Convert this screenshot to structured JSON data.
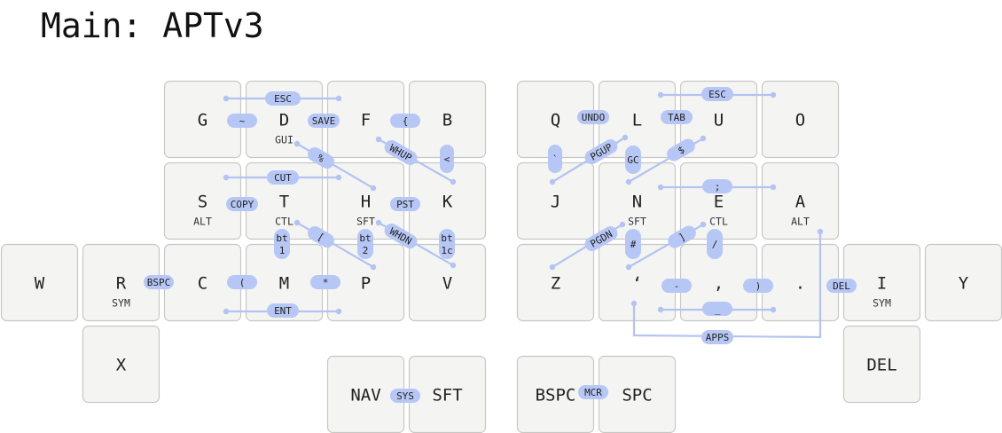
{
  "layer": {
    "title": "Main: APTv3"
  },
  "colors": {
    "key_fill": "#f4f4f3",
    "key_border": "#c7c7c5",
    "combo": "#b7c7f5"
  },
  "keys": [
    {
      "id": "g",
      "tap": "G"
    },
    {
      "id": "d",
      "tap": "D",
      "hold": "GUI"
    },
    {
      "id": "f",
      "tap": "F"
    },
    {
      "id": "b",
      "tap": "B"
    },
    {
      "id": "q",
      "tap": "Q"
    },
    {
      "id": "l",
      "tap": "L"
    },
    {
      "id": "u",
      "tap": "U"
    },
    {
      "id": "o",
      "tap": "O"
    },
    {
      "id": "s",
      "tap": "S",
      "hold": "ALT"
    },
    {
      "id": "t",
      "tap": "T",
      "hold": "CTL"
    },
    {
      "id": "h",
      "tap": "H",
      "hold": "SFT"
    },
    {
      "id": "k",
      "tap": "K"
    },
    {
      "id": "j",
      "tap": "J"
    },
    {
      "id": "n",
      "tap": "N",
      "hold": "SFT"
    },
    {
      "id": "e",
      "tap": "E",
      "hold": "CTL"
    },
    {
      "id": "a",
      "tap": "A",
      "hold": "ALT"
    },
    {
      "id": "w",
      "tap": "W"
    },
    {
      "id": "r",
      "tap": "R",
      "hold": "SYM"
    },
    {
      "id": "c",
      "tap": "C"
    },
    {
      "id": "m",
      "tap": "M"
    },
    {
      "id": "p",
      "tap": "P"
    },
    {
      "id": "v",
      "tap": "V"
    },
    {
      "id": "z",
      "tap": "Z"
    },
    {
      "id": "quote",
      "tap": "‘"
    },
    {
      "id": "comma",
      "tap": ","
    },
    {
      "id": "dot",
      "tap": "."
    },
    {
      "id": "i",
      "tap": "I",
      "hold": "SYM"
    },
    {
      "id": "y",
      "tap": "Y"
    },
    {
      "id": "x",
      "tap": "X"
    },
    {
      "id": "del",
      "tap": "DEL"
    },
    {
      "id": "nav",
      "tap": "NAV"
    },
    {
      "id": "sft",
      "tap": "SFT"
    },
    {
      "id": "bspc",
      "tap": "BSPC"
    },
    {
      "id": "spc",
      "tap": "SPC"
    }
  ],
  "combos": [
    {
      "id": "esc-left",
      "label": "ESC"
    },
    {
      "id": "tilde",
      "label": "~"
    },
    {
      "id": "save",
      "label": "SAVE"
    },
    {
      "id": "brace",
      "label": "{"
    },
    {
      "id": "percent",
      "label": "%"
    },
    {
      "id": "whup",
      "label": "WHUP"
    },
    {
      "id": "lt",
      "label": "<"
    },
    {
      "id": "cut",
      "label": "CUT"
    },
    {
      "id": "copy",
      "label": "COPY"
    },
    {
      "id": "pst",
      "label": "PST"
    },
    {
      "id": "bt1",
      "label": "bt\n1"
    },
    {
      "id": "lbracket",
      "label": "["
    },
    {
      "id": "bt2",
      "label": "bt\n2"
    },
    {
      "id": "whdn",
      "label": "WHDN"
    },
    {
      "id": "bt1c",
      "label": "bt\n1c"
    },
    {
      "id": "bspc-combo",
      "label": "BSPC"
    },
    {
      "id": "lparen",
      "label": "("
    },
    {
      "id": "star",
      "label": "*"
    },
    {
      "id": "ent",
      "label": "ENT"
    },
    {
      "id": "sys",
      "label": "SYS"
    },
    {
      "id": "esc-right",
      "label": "ESC"
    },
    {
      "id": "undo",
      "label": "UNDO"
    },
    {
      "id": "tab",
      "label": "TAB"
    },
    {
      "id": "backtick",
      "label": "`"
    },
    {
      "id": "pgup",
      "label": "PGUP"
    },
    {
      "id": "gc",
      "label": "GC"
    },
    {
      "id": "dollar",
      "label": "$"
    },
    {
      "id": "semicolon",
      "label": ";"
    },
    {
      "id": "pgdn",
      "label": "PGDN"
    },
    {
      "id": "hash",
      "label": "#"
    },
    {
      "id": "rbracket",
      "label": "]"
    },
    {
      "id": "slash",
      "label": "/"
    },
    {
      "id": "minus",
      "label": "-"
    },
    {
      "id": "rparen",
      "label": ")"
    },
    {
      "id": "del-combo",
      "label": "DEL"
    },
    {
      "id": "underscore",
      "label": "_"
    },
    {
      "id": "apps",
      "label": "APPS"
    },
    {
      "id": "mcr",
      "label": "MCR"
    }
  ]
}
